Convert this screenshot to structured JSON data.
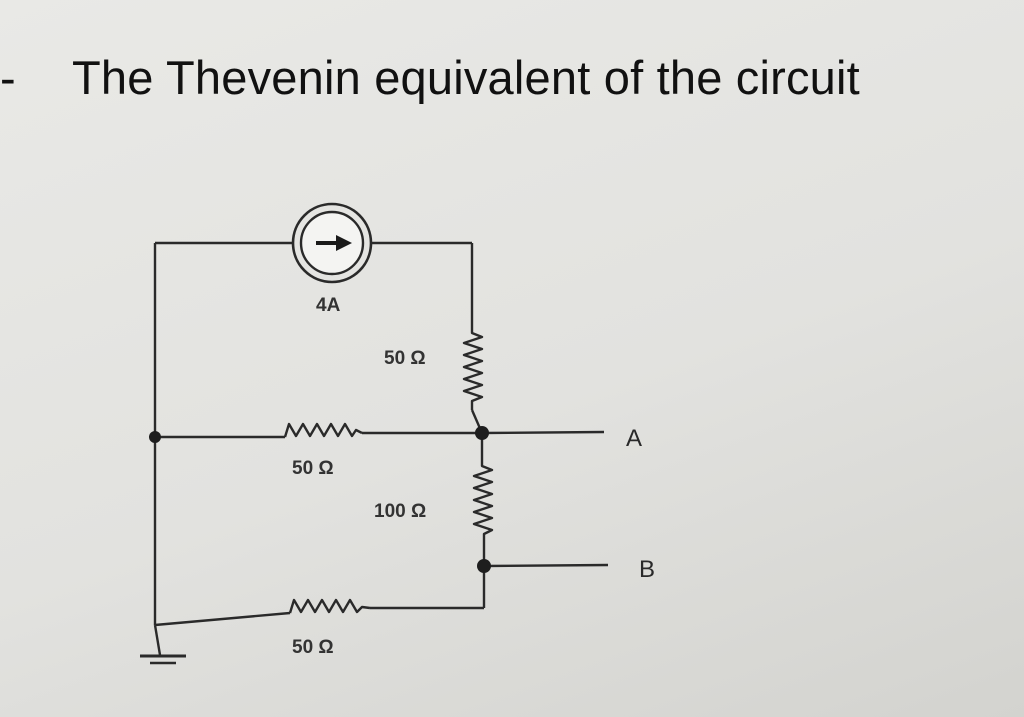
{
  "heading": {
    "bullet": "-",
    "text": "The Thevenin equivalent of the circuit"
  },
  "circuit": {
    "source": {
      "label": "4A"
    },
    "resistors": {
      "right_top": "50 Ω",
      "middle": "50 Ω",
      "right_bottom": "100 Ω",
      "bottom": "50 Ω"
    },
    "terminals": {
      "a": "A",
      "b": "B"
    }
  }
}
